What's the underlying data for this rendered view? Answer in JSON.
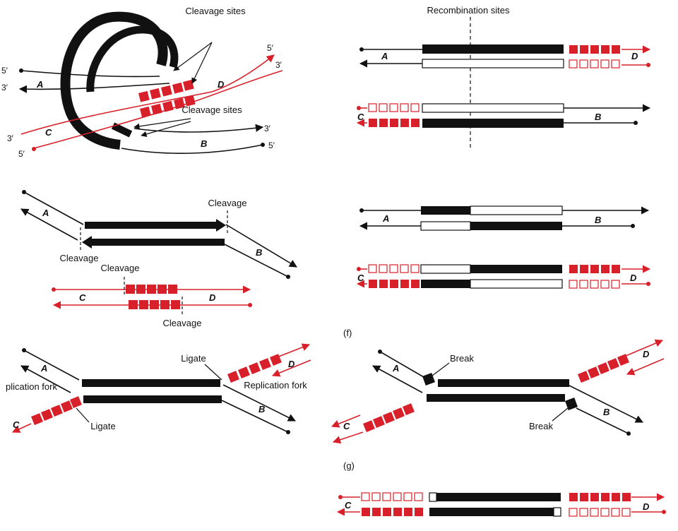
{
  "colors": {
    "red": "#d8202a",
    "black": "#111111",
    "white": "#ffffff"
  },
  "ends": {
    "five_prime": "5′",
    "three_prime": "3′",
    "five_prime_plain": "5′",
    "partial_a_top": "5′",
    "partial_a_bottom": "3′"
  },
  "strands": {
    "a": "A",
    "b": "B",
    "c": "C",
    "d": "D"
  },
  "labels": {
    "cleavage_sites": "Cleavage sites",
    "cleavage": "Cleavage",
    "ligate": "Ligate",
    "replication_fork": "Replication fork",
    "partial_replication_fork": "plication fork",
    "recombination_sites": "Recombination sites",
    "break": "Break"
  },
  "panels": {
    "f": "(f)",
    "g": "(g)"
  }
}
